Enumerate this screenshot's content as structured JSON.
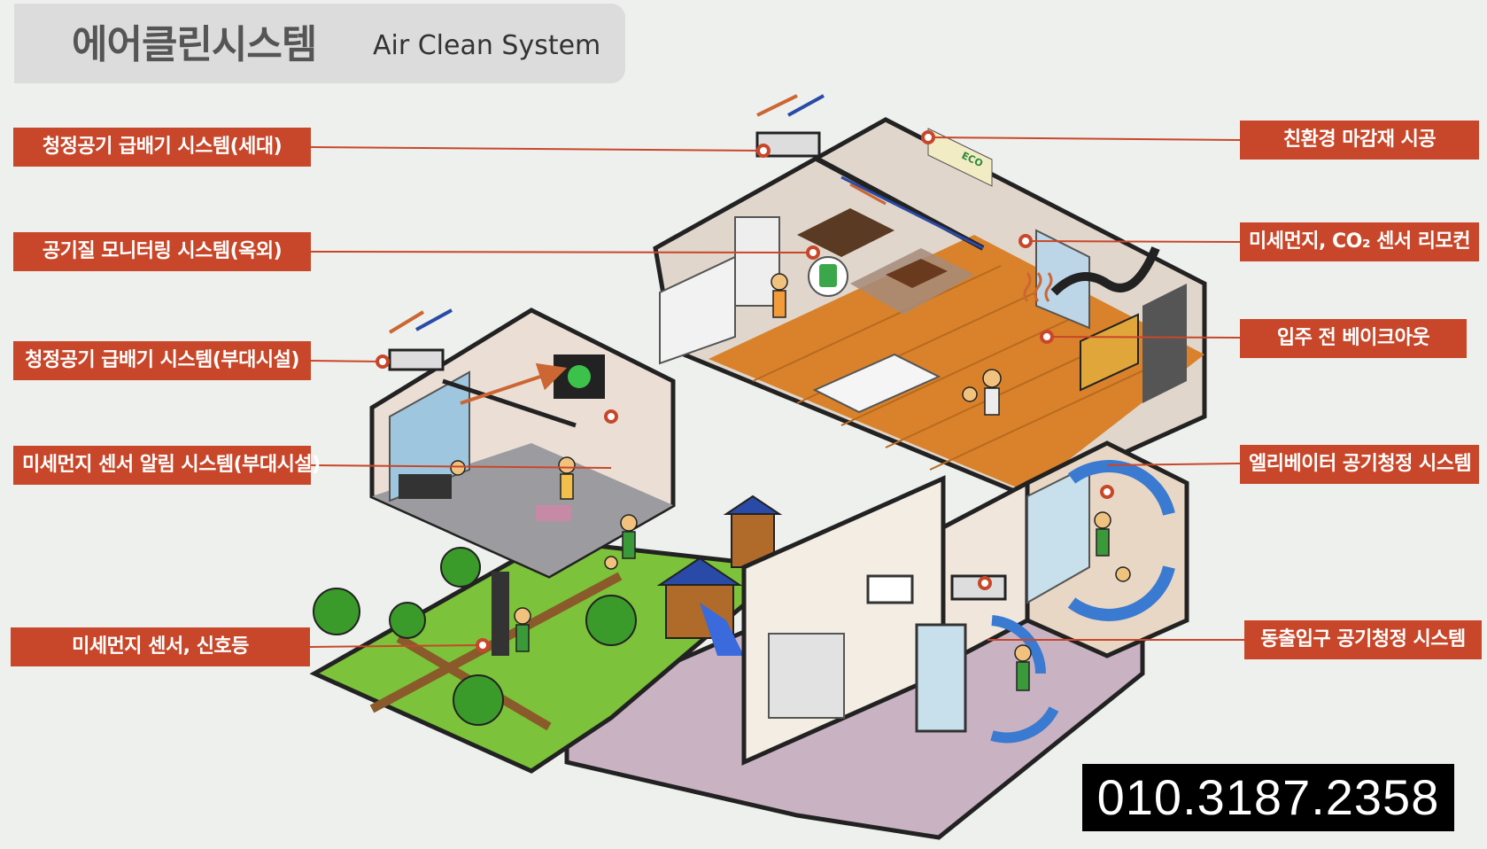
{
  "title": {
    "korean": "에어클린시스템",
    "english": "Air Clean System"
  },
  "labels_left": [
    "청정공기 급배기 시스템(세대)",
    "공기질 모니터링 시스템(옥외)",
    "청정공기 급배기 시스템(부대시설)",
    "미세먼지 센서 알림 시스템(부대시설)",
    "미세먼지 센서, 신호등"
  ],
  "labels_right": [
    "친환경 마감재 시공",
    "미세먼지, CO₂ 센서 리모컨",
    "입주 전 베이크아웃",
    "엘리베이터 공기청정 시스템",
    "동출입구 공기청정 시스템"
  ],
  "illustration": {
    "eco_tag": "ECO"
  },
  "contact": {
    "phone": "010.3187.2358"
  },
  "colors": {
    "label_bg": "#c8472a",
    "floor_wood": "#d9822b",
    "grass": "#7cc23a"
  }
}
